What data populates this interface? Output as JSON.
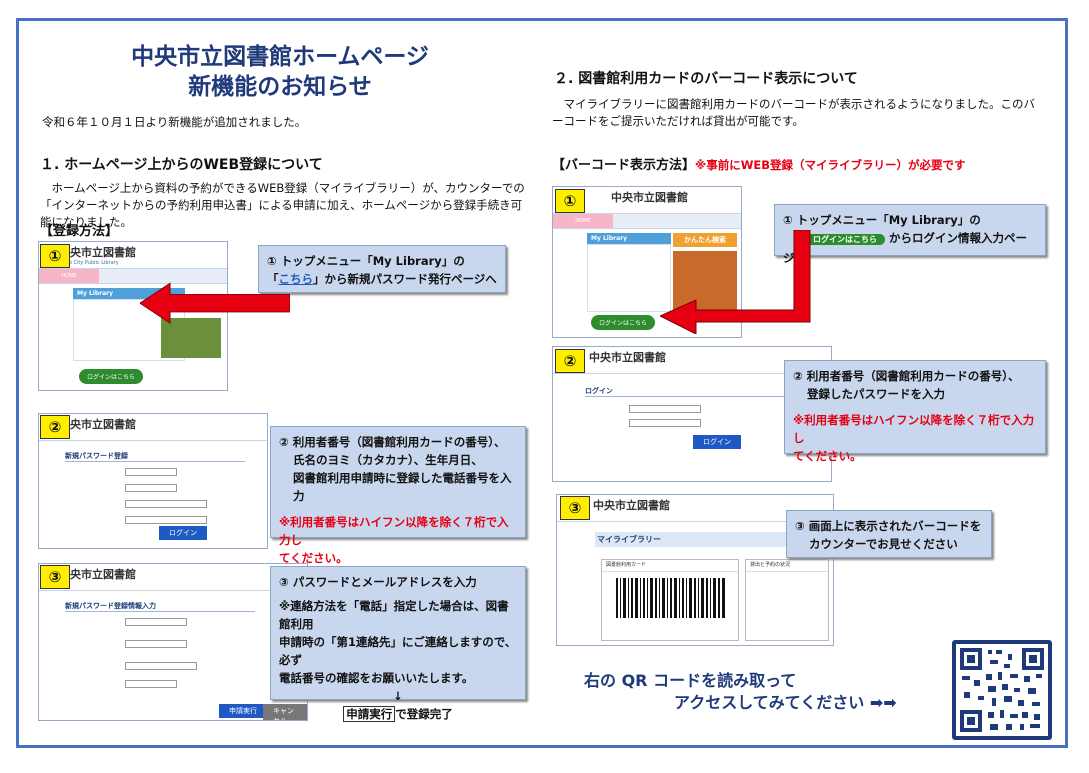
{
  "title_line1": "中央市立図書館ホームページ",
  "title_line2": "新機能のお知らせ",
  "intro": "令和６年１０月１日より新機能が追加されました。",
  "section1": {
    "heading": "１. ホームページ上からのWEB登録について",
    "body": "　ホームページ上から資料の予約ができるWEB登録（マイライブラリー）が、カウンターでの「インターネットからの予約利用申込書」による申請に加え、ホームページから登録手続き可能になりました。",
    "method": "【登録方法】",
    "step1": {
      "num": "①",
      "line1": "① トップメニュー「My Library」の",
      "line2_pre": "「",
      "link": "こちら",
      "line2_post": "」から新規パスワード発行ページへ"
    },
    "step2": {
      "num": "②",
      "line1": "② 利用者番号（図書館利用カードの番号）、",
      "line2": "氏名のヨミ（カタカナ）、生年月日、",
      "line3": "図書館利用申請時に登録した電話番号を入力",
      "note1": "※利用者番号はハイフン以降を除く７桁で入力し",
      "note2": "てください。"
    },
    "step3": {
      "num": "③",
      "line1": "③ パスワードとメールアドレスを入力",
      "note1": "※連絡方法を「電話」指定した場合は、図書館利用",
      "note2": "申請時の「第1連絡先」にご連絡しますので、必ず",
      "note3": "電話番号の確認をお願いいたします。",
      "arrow": "↓",
      "btn": "申請実行",
      "done": "で登録完了"
    }
  },
  "section2": {
    "heading": "２. 図書館利用カードのバーコード表示について",
    "body": "　マイライブラリーに図書館利用カードのバーコードが表示されるようになりました。このバーコードをご提示いただければ貸出が可能です。",
    "method": "【バーコード表示方法】",
    "method_note": "※事前にWEB登録（マイライブラリー）が必要です",
    "step1": {
      "num": "①",
      "line1": "① トップメニュー「My Library」の",
      "btn": "ログインはこちら",
      "line2": "からログイン情報入力ページへ"
    },
    "step2": {
      "num": "②",
      "line1": "② 利用者番号（図書館利用カードの番号）、",
      "line2": "登録したパスワードを入力",
      "note1": "※利用者番号はハイフン以降を除く７桁で入力し",
      "note2": "てください。"
    },
    "step3": {
      "num": "③",
      "line1": "③ 画面上に表示されたバーコードを",
      "line2": "カウンターでお見せください"
    }
  },
  "qr_text1": "右の QR コードを読み取って",
  "qr_text2": "アクセスしてみてください",
  "qr_arrows": "➡➡",
  "mock": {
    "logo": "中央市立図書館",
    "logo_en": "Chuo City Public Library",
    "home": "HOME",
    "mylib": "My Library",
    "login": "ログインはこちら",
    "kantan": "かんたん検索",
    "page_newpw": "新規パスワード登録",
    "page_pwmail": "新規パスワード登録情報入力",
    "page_login": "ログイン",
    "page_mylib": "マイライブラリー",
    "btn_login": "ログイン",
    "btn_apply": "申請実行",
    "btn_cancel": "キャンセル",
    "card_label": "図書館利用カード",
    "status_title": "貸出と予約の状況"
  },
  "colors": {
    "title": "#1f3a7a",
    "accent_red": "#e60012",
    "frame": "#4a72c4",
    "callout": "#c9d7ee",
    "badge": "#ffee00"
  }
}
